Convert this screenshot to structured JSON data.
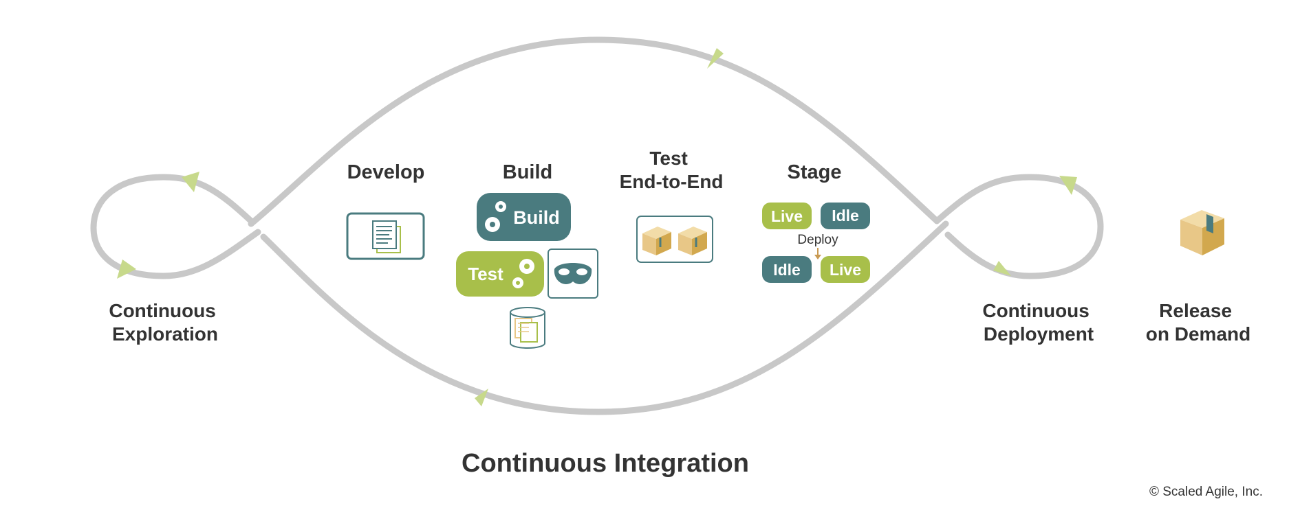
{
  "stages": {
    "exploration": [
      "Continuous",
      "Exploration"
    ],
    "develop": "Develop",
    "build": "Build",
    "test_e2e": [
      "Test",
      "End-to-End"
    ],
    "stage": "Stage",
    "deployment": [
      "Continuous",
      "Deployment"
    ],
    "release": [
      "Release",
      "on Demand"
    ]
  },
  "build_box": {
    "build_label": "Build",
    "test_label": "Test"
  },
  "stage_box": {
    "row1": [
      "Live",
      "Idle"
    ],
    "deploy_label": "Deploy",
    "row2": [
      "Idle",
      "Live"
    ]
  },
  "integration_title": "Continuous Integration",
  "copyright": "© Scaled Agile, Inc.",
  "colors": {
    "teal": "#4a7b7f",
    "green": "#a8bf4a",
    "loop": "#c8c8c8",
    "arrow": "#c7d98b",
    "box": "#e8c787"
  },
  "icons": [
    "document-icon",
    "gear-icon",
    "mask-icon",
    "database-icon",
    "package-icon"
  ]
}
